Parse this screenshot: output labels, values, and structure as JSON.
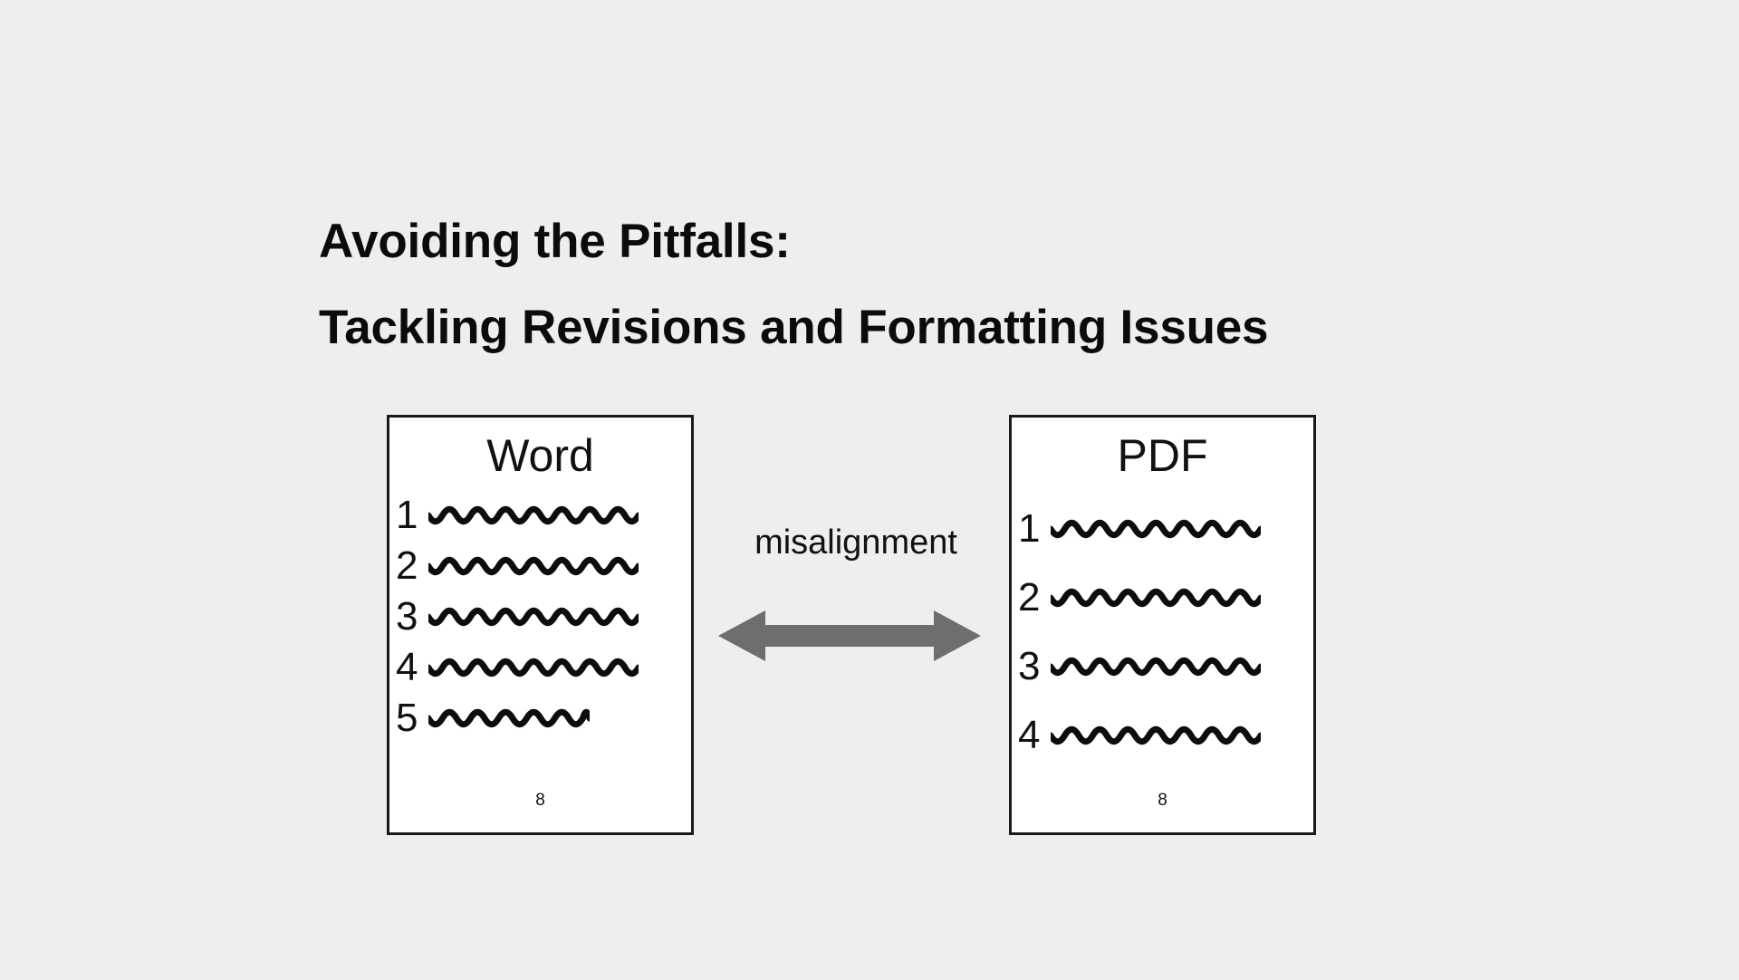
{
  "slide": {
    "background_color": "#eeeeee",
    "title": {
      "line1": "Avoiding the Pitfalls:",
      "line2": "Tackling Revisions and Formatting Issues"
    },
    "annotation": {
      "label": "misalignment",
      "arrow_color": "#6e6e6e",
      "arrow_icon": "double-headed-horizontal-arrow-icon"
    },
    "documents": [
      {
        "id": "word",
        "heading": "Word",
        "border_color": "#1a1a1a",
        "page_background": "#ffffff",
        "page_number": "8",
        "lines": [
          {
            "number": "1",
            "squiggle_width": 232
          },
          {
            "number": "2",
            "squiggle_width": 232
          },
          {
            "number": "3",
            "squiggle_width": 232
          },
          {
            "number": "4",
            "squiggle_width": 232
          },
          {
            "number": "5",
            "squiggle_width": 178
          }
        ]
      },
      {
        "id": "pdf",
        "heading": "PDF",
        "border_color": "#1a1a1a",
        "page_background": "#ffffff",
        "page_number": "8",
        "lines": [
          {
            "number": "1",
            "squiggle_width": 232
          },
          {
            "number": "2",
            "squiggle_width": 232
          },
          {
            "number": "3",
            "squiggle_width": 232
          },
          {
            "number": "4",
            "squiggle_width": 232
          }
        ]
      }
    ]
  }
}
